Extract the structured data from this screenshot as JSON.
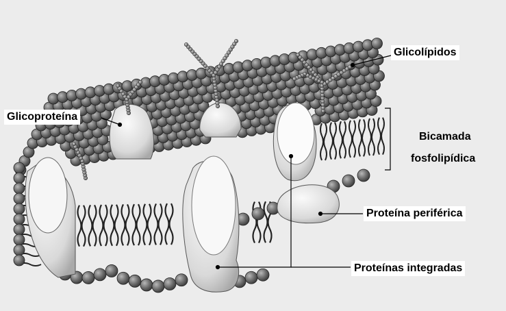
{
  "labels": {
    "glycolipids": "Glicolípidos",
    "glycoprotein": "Glicoproteína",
    "bilayer_line1": "Bicamada",
    "bilayer_line2": "fosfolipídica",
    "peripheral_protein": "Proteína periférica",
    "integral_proteins": "Proteínas integradas"
  },
  "colors": {
    "background": "#ececec",
    "phospholipid_head": "#6f6f6f",
    "protein": "#e8e8e8",
    "leader_line": "#000000"
  },
  "icons": [
    "phospholipid-head",
    "lipid-tail",
    "sugar-chain-bead"
  ]
}
